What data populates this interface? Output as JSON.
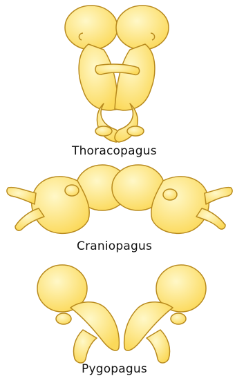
{
  "labels": {
    "thoracopagus": "Thoracopagus",
    "craniopagus": "Craniopagus",
    "pygopagus": "Pygopagus"
  },
  "colors": {
    "skin": "#fde98a",
    "skin_light": "#fff6bf",
    "outline": "#b88a1e",
    "text": "#111111"
  }
}
